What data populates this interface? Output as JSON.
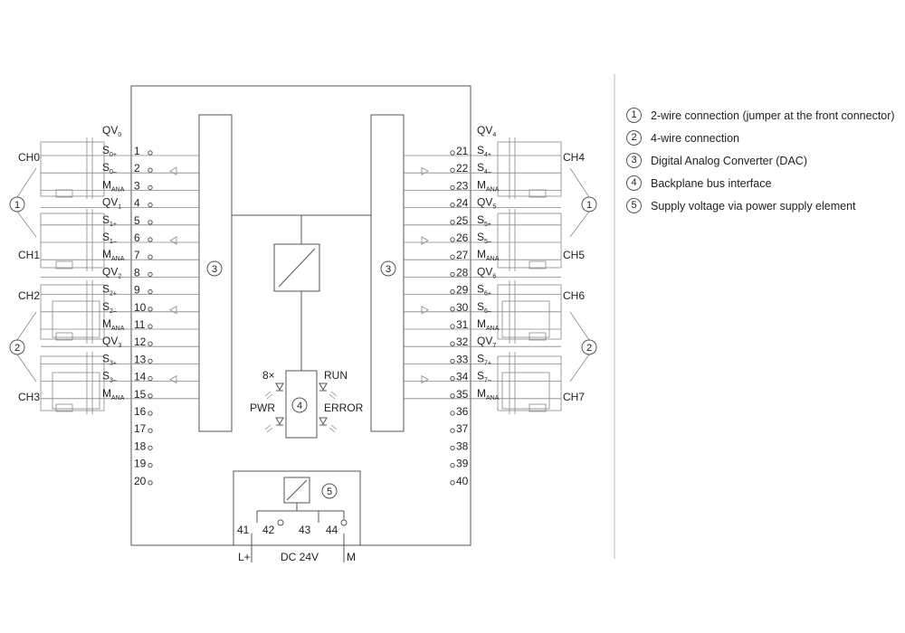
{
  "channels": [
    "CH0",
    "CH1",
    "CH2",
    "CH3",
    "CH4",
    "CH5",
    "CH6",
    "CH7"
  ],
  "left_rows": [
    {
      "pin": "1",
      "main": "S",
      "sub": "0+"
    },
    {
      "pin": "2",
      "main": "S",
      "sub": "0–"
    },
    {
      "pin": "3",
      "main": "M",
      "sub": "ANA"
    },
    {
      "pin": "4",
      "main": "QV",
      "sub": "1"
    },
    {
      "pin": "5",
      "main": "S",
      "sub": "1+"
    },
    {
      "pin": "6",
      "main": "S",
      "sub": "1–"
    },
    {
      "pin": "7",
      "main": "M",
      "sub": "ANA"
    },
    {
      "pin": "8",
      "main": "QV",
      "sub": "2"
    },
    {
      "pin": "9",
      "main": "S",
      "sub": "2+"
    },
    {
      "pin": "10",
      "main": "S",
      "sub": "2–"
    },
    {
      "pin": "11",
      "main": "M",
      "sub": "ANA"
    },
    {
      "pin": "12",
      "main": "QV",
      "sub": "3"
    },
    {
      "pin": "13",
      "main": "S",
      "sub": "3+"
    },
    {
      "pin": "14",
      "main": "S",
      "sub": "3–"
    },
    {
      "pin": "15",
      "main": "M",
      "sub": "ANA"
    },
    {
      "pin": "16",
      "main": "",
      "sub": ""
    },
    {
      "pin": "17",
      "main": "",
      "sub": ""
    },
    {
      "pin": "18",
      "main": "",
      "sub": ""
    },
    {
      "pin": "19",
      "main": "",
      "sub": ""
    },
    {
      "pin": "20",
      "main": "",
      "sub": ""
    }
  ],
  "right_rows": [
    {
      "pin": "21",
      "main": "S",
      "sub": "4+"
    },
    {
      "pin": "22",
      "main": "S",
      "sub": "4–"
    },
    {
      "pin": "23",
      "main": "M",
      "sub": "ANA"
    },
    {
      "pin": "24",
      "main": "QV",
      "sub": "5"
    },
    {
      "pin": "25",
      "main": "S",
      "sub": "5+"
    },
    {
      "pin": "26",
      "main": "S",
      "sub": "5–"
    },
    {
      "pin": "27",
      "main": "M",
      "sub": "ANA"
    },
    {
      "pin": "28",
      "main": "QV",
      "sub": "6"
    },
    {
      "pin": "29",
      "main": "S",
      "sub": "6+"
    },
    {
      "pin": "30",
      "main": "S",
      "sub": "6–"
    },
    {
      "pin": "31",
      "main": "M",
      "sub": "ANA"
    },
    {
      "pin": "32",
      "main": "QV",
      "sub": "7"
    },
    {
      "pin": "33",
      "main": "S",
      "sub": "7+"
    },
    {
      "pin": "34",
      "main": "S",
      "sub": "7–"
    },
    {
      "pin": "35",
      "main": "M",
      "sub": "ANA"
    },
    {
      "pin": "36",
      "main": "",
      "sub": ""
    },
    {
      "pin": "37",
      "main": "",
      "sub": ""
    },
    {
      "pin": "38",
      "main": "",
      "sub": ""
    },
    {
      "pin": "39",
      "main": "",
      "sub": ""
    },
    {
      "pin": "40",
      "main": "",
      "sub": ""
    }
  ],
  "top_labels": {
    "left": {
      "main": "QV",
      "sub": "0"
    },
    "right": {
      "main": "QV",
      "sub": "4"
    }
  },
  "leds": {
    "count": "8×",
    "run": "RUN",
    "pwr": "PWR",
    "error": "ERROR"
  },
  "supply": {
    "pins": [
      "41",
      "42",
      "43",
      "44"
    ],
    "lplus": "L+",
    "dc": "DC 24V",
    "m": "M"
  },
  "callouts": {
    "dac_left": "3",
    "dac_right": "3",
    "backplane": "4",
    "supply": "5",
    "two_wire_left": "1",
    "two_wire_right": "1",
    "four_wire_left": "2",
    "four_wire_right": "2"
  },
  "legend": [
    {
      "num": "1",
      "text": "2-wire connection (jumper at the front connector)"
    },
    {
      "num": "2",
      "text": "4-wire connection"
    },
    {
      "num": "3",
      "text": "Digital Analog Converter (DAC)"
    },
    {
      "num": "4",
      "text": "Backplane bus interface"
    },
    {
      "num": "5",
      "text": "Supply voltage via power supply element"
    }
  ]
}
